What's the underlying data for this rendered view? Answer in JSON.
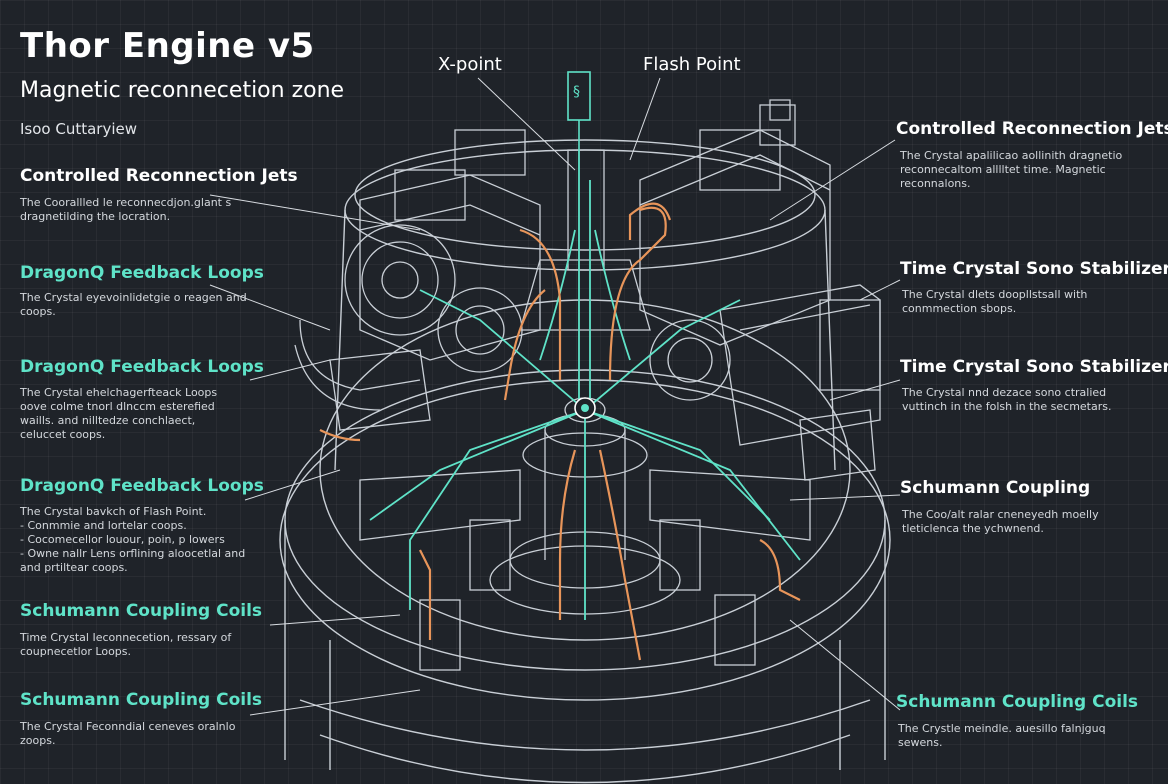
{
  "header": {
    "title": "Thor Engine v5",
    "subtitle": "Magnetic reconnecetion zone",
    "view": "Isoo Cuttaryiew"
  },
  "labels": {
    "xpoint": "X-point",
    "flash": "Flash Point",
    "tube_glyph": "§"
  },
  "left": [
    {
      "title": "Controlled Reconnection Jets",
      "text": "The Coorallled le reconnecdjon.glant s dragnetilding the locration."
    },
    {
      "title": "DragonQ Feedback Loops",
      "text": "The Crystal eyevoinlidetgie o reagen and coops."
    },
    {
      "title": "DragonQ Feedback Loops",
      "text": "The Crystal ehelchagerfteack Loops oove colme tnorl dlnccm esterefied waills. and nilltedze conchlaect, celuccet coops."
    },
    {
      "title": "DragonQ Feedback Loops",
      "text": "The Crystal bavkch of Flash Point.",
      "bullets": [
        "Conmmie and lortelar coops.",
        "Cocomecellor louour, poin, p lowers",
        "Owne nallr Lens orflining aloocetlal and and prtiltear coops."
      ]
    },
    {
      "title": "Schumann Coupling Coils",
      "text": "Time Crystal Ieconnecetion, ressary of coupnecetlor Loops."
    },
    {
      "title": "Schumann Coupling Coils",
      "text": "The Crystal Feconndial ceneves oralnlo zoops."
    }
  ],
  "right": [
    {
      "title": "Controlled Reconnection Jets",
      "text": "The Crystal apalilicao aollinith dragnetio reconnecaltom alllltet time. Magnetic reconnalons."
    },
    {
      "title": "Time Crystal Sono Stabilizer",
      "text": "The Crystal dlets doopllstsall with conmmection sbops."
    },
    {
      "title": "Time Crystal Sono Stabilizer",
      "text": "The Crystal nnd dezace sono ctralied vuttinch in the folsh in the secmetars."
    },
    {
      "title": "Schumann Coupling",
      "text": "The Coo/alt ralar cneneyedh moelly tleticlenca the ychwnend."
    },
    {
      "title": "Schumann Coupling Coils",
      "text": "The Crystle meindle. auesillo falnjguq sewens."
    }
  ],
  "colors": {
    "background": "#1f2329",
    "line": "#c9cfd6",
    "teal": "#5fe3c8",
    "orange": "#e8955a"
  }
}
